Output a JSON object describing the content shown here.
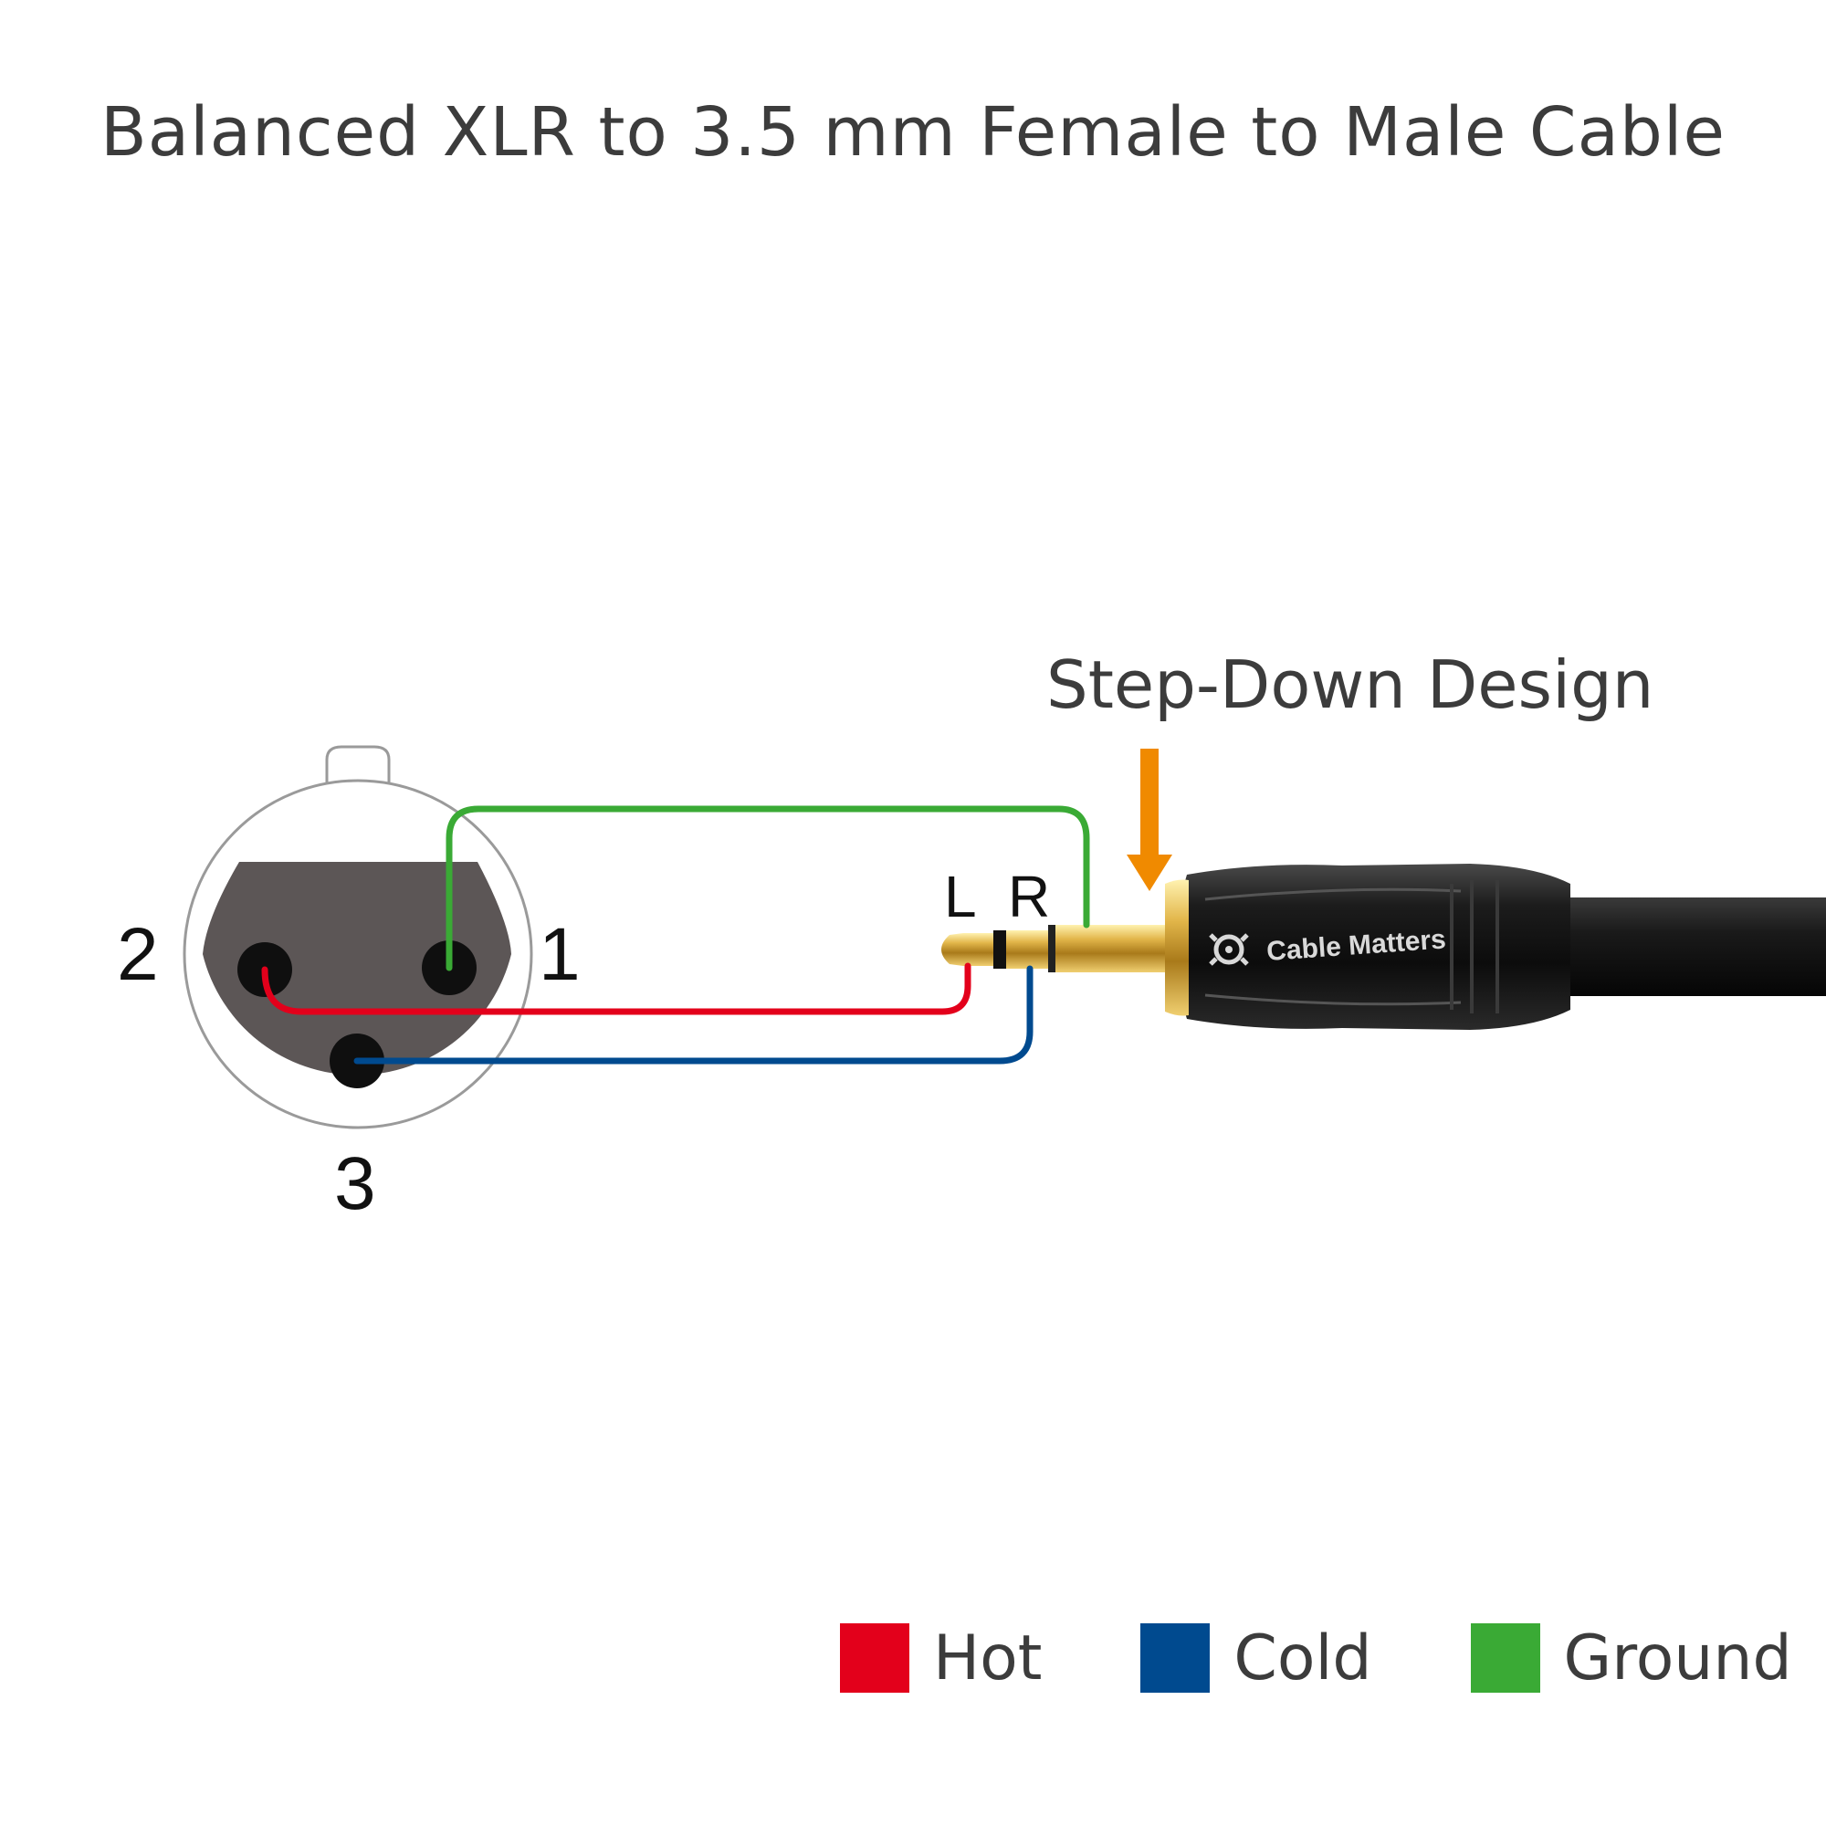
{
  "title": "Balanced XLR to 3.5 mm Female to Male Cable",
  "callout": "Step-Down Design",
  "xlr": {
    "pin_labels": [
      "2",
      "1",
      "3"
    ]
  },
  "plug": {
    "left_label": "L",
    "right_label": "R",
    "brand_text": "Cable Matters"
  },
  "colors": {
    "hot": "#e3001b",
    "cold": "#004a8f",
    "ground": "#3aaa35",
    "arrow": "#f08a00",
    "text": "#3c3c3c"
  },
  "legend": [
    {
      "label": "Hot",
      "color": "#e3001b"
    },
    {
      "label": "Cold",
      "color": "#004a8f"
    },
    {
      "label": "Ground",
      "color": "#3aaa35"
    }
  ]
}
